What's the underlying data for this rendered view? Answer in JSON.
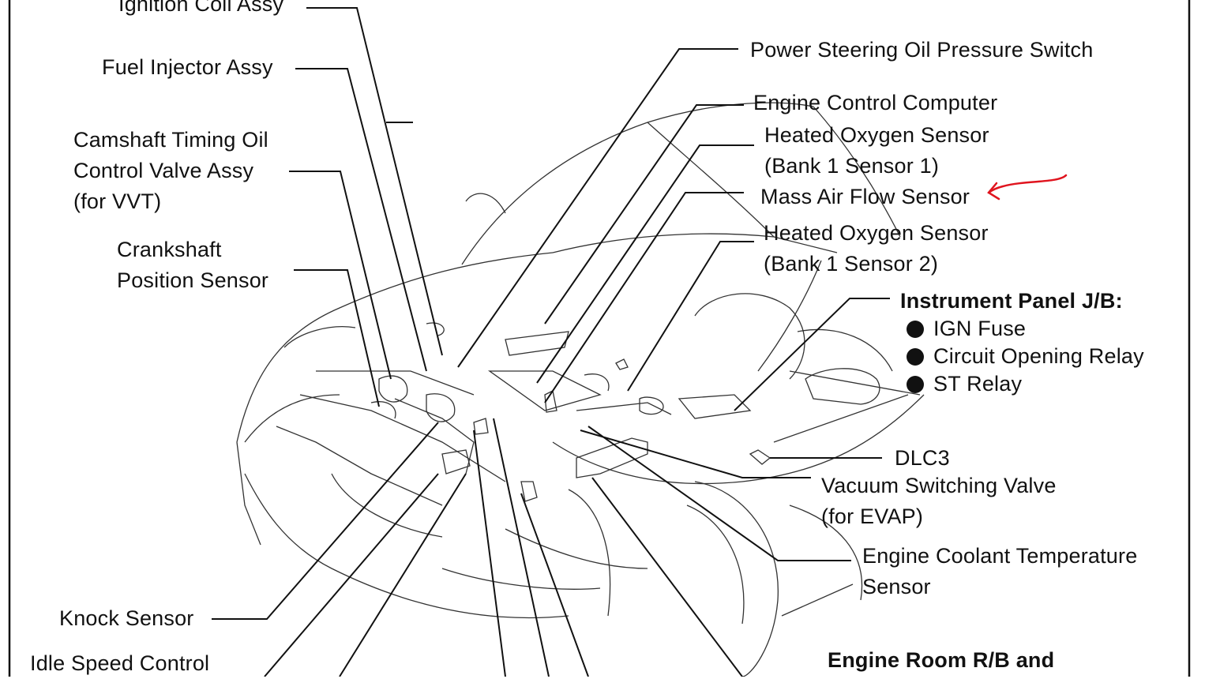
{
  "labels": {
    "ignition_coil": "Ignition Coil Assy",
    "fuel_injector": "Fuel Injector Assy",
    "camshaft_valve": [
      "Camshaft Timing Oil",
      "Control Valve Assy",
      "(for VVT)"
    ],
    "crankshaft_sensor": [
      "Crankshaft",
      "Position Sensor"
    ],
    "knock_sensor": "Knock Sensor",
    "idle_speed_control": "Idle Speed Control",
    "power_steering": "Power Steering Oil Pressure Switch",
    "engine_computer": "Engine Control Computer",
    "oxygen_sensor_1": [
      "Heated Oxygen Sensor",
      "(Bank 1 Sensor 1)"
    ],
    "mass_air_flow": "Mass Air Flow Sensor",
    "oxygen_sensor_2": [
      "Heated Oxygen Sensor",
      "(Bank 1 Sensor 2)"
    ],
    "instrument_panel": {
      "title": "Instrument Panel J/B:",
      "items": [
        "IGN Fuse",
        "Circuit Opening Relay",
        "ST Relay"
      ]
    },
    "dlc3": "DLC3",
    "vacuum_valve": [
      "Vacuum Switching Valve",
      "(for EVAP)"
    ],
    "coolant_sensor": [
      "Engine Coolant Temperature",
      "Sensor"
    ],
    "engine_room": "Engine Room R/B and"
  },
  "colors": {
    "ink": "#111111",
    "sketch": "#333333",
    "annotation": "#e0141e"
  }
}
